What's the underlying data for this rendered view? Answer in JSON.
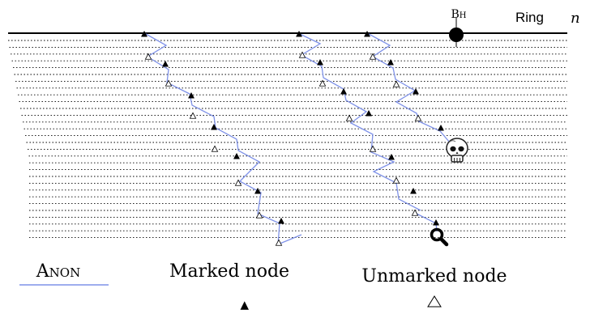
{
  "diagram": {
    "bh_label": "Bh",
    "ring_label": "Ring",
    "n_label": "n",
    "legend": {
      "anon_label": "Anon",
      "marked_label": "Marked node",
      "unmarked_label": "Unmarked node"
    },
    "line_color": "#7f92e8",
    "icons": [
      "skull-icon",
      "magnifier-icon"
    ]
  }
}
